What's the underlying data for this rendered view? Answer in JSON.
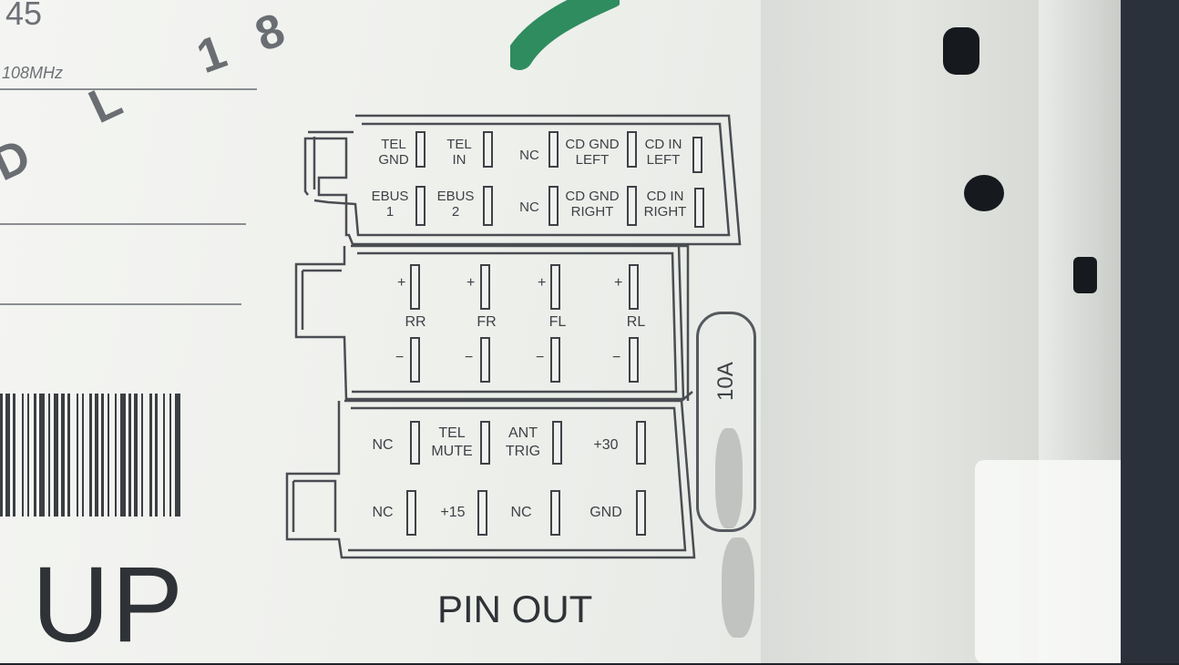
{
  "label": {
    "top_number": "45",
    "frequency": "108MHz",
    "stamp_chars": [
      "1",
      "8",
      "L",
      "D"
    ],
    "big_text": "UP"
  },
  "connector": {
    "row_a_top": [
      {
        "l1": "TEL",
        "l2": "GND"
      },
      {
        "l1": "TEL",
        "l2": "IN"
      },
      {
        "l1": "NC",
        "l2": ""
      },
      {
        "l1": "CD  GND",
        "l2": "LEFT"
      },
      {
        "l1": "CD IN",
        "l2": "LEFT"
      }
    ],
    "row_a_bottom": [
      {
        "l1": "EBUS",
        "l2": "1"
      },
      {
        "l1": "EBUS",
        "l2": "2"
      },
      {
        "l1": "NC",
        "l2": ""
      },
      {
        "l1": "CD  GND",
        "l2": "RIGHT"
      },
      {
        "l1": "CD IN",
        "l2": "RIGHT"
      }
    ],
    "speakers": [
      "RR",
      "FR",
      "FL",
      "RL"
    ],
    "plus_sign": "+",
    "minus_sign": "−",
    "row_c_top": [
      {
        "l1": "NC",
        "l2": ""
      },
      {
        "l1": "TEL",
        "l2": "MUTE"
      },
      {
        "l1": "ANT",
        "l2": "TRIG"
      },
      {
        "l1": "+30",
        "l2": ""
      }
    ],
    "row_c_bottom": [
      {
        "l1": "NC",
        "l2": ""
      },
      {
        "l1": "+15",
        "l2": ""
      },
      {
        "l1": "NC",
        "l2": ""
      },
      {
        "l1": "GND",
        "l2": ""
      }
    ],
    "fuse": "10A",
    "title": "PIN OUT"
  },
  "colors": {
    "ink": "#3e4146",
    "sticker": "#f0f1ee",
    "green_marker": "#2f8c5e"
  }
}
